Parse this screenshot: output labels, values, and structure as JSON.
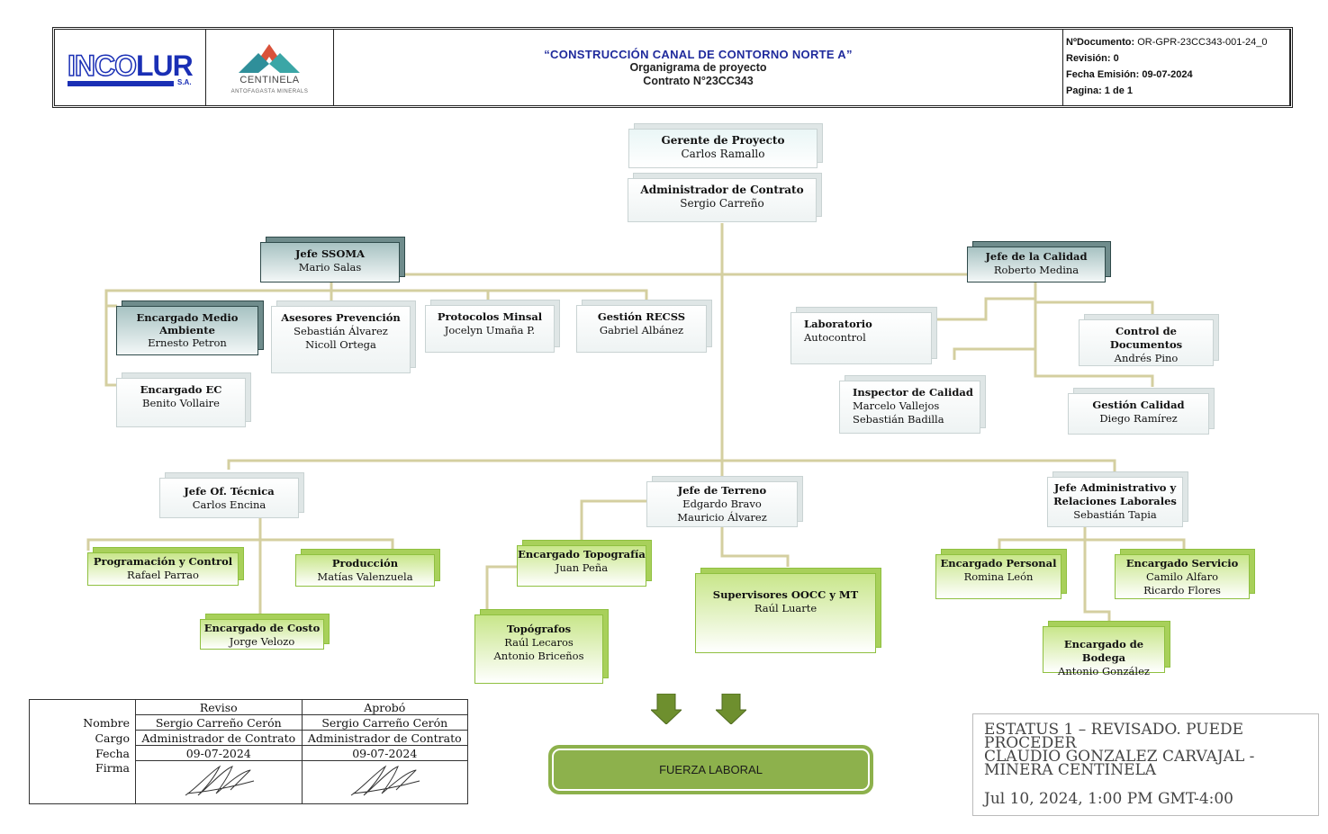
{
  "header": {
    "company_logo": {
      "part_a": "INCO",
      "part_b": "LUR",
      "suffix": "S.A."
    },
    "client_logo": {
      "name": "CENTINELA",
      "subtitle": "ANTOFAGASTA MINERALS"
    },
    "title": "“CONSTRUCCIÓN CANAL DE CONTORNO NORTE A”",
    "subtitle": "Organigrama de proyecto",
    "contract": "Contrato N°23CC343",
    "meta": {
      "doc_label": "NºDocumento:",
      "doc_value": "OR-GPR-23CC343-001-24_0",
      "rev_label": "Revisión:",
      "rev_value": "0",
      "date_label": "Fecha Emisión:",
      "date_value": "09-07-2024",
      "page_label": "Pagina:",
      "page_value": "1 de 1"
    }
  },
  "org": {
    "gerente": {
      "title": "Gerente de Proyecto",
      "names": [
        "Carlos Ramallo"
      ]
    },
    "admin": {
      "title": "Administrador de Contrato",
      "names": [
        "Sergio Carreño"
      ]
    },
    "ssoma": {
      "title": "Jefe SSOMA",
      "names": [
        "Mario Salas"
      ]
    },
    "medio_ambiente": {
      "title": "Encargado Medio Ambiente",
      "title_l1": "Encargado Medio",
      "title_l2": "Ambiente",
      "names": [
        "Ernesto Petron"
      ]
    },
    "asesores": {
      "title": "Asesores Prevención",
      "names": [
        "Sebastián Álvarez",
        "Nicoll Ortega"
      ]
    },
    "protocolos": {
      "title": "Protocolos Minsal",
      "names": [
        "Jocelyn Umaña P."
      ]
    },
    "recss": {
      "title": "Gestión RECSS",
      "names": [
        "Gabriel Albánez"
      ]
    },
    "ec": {
      "title": "Encargado EC",
      "names": [
        "Benito Vollaire"
      ]
    },
    "calidad": {
      "title": "Jefe de la Calidad",
      "names": [
        "Roberto Medina"
      ]
    },
    "laboratorio": {
      "title": "Laboratorio",
      "names": [
        "Autocontrol"
      ]
    },
    "control_docs": {
      "title": "Control de Documentos",
      "names": [
        "Andrés Pino"
      ]
    },
    "inspector": {
      "title": "Inspector de Calidad",
      "names": [
        "Marcelo Vallejos",
        "Sebastián Badilla"
      ]
    },
    "gestion_calidad": {
      "title": "Gestión Calidad",
      "names": [
        "Diego Ramírez"
      ]
    },
    "of_tecnica": {
      "title": "Jefe Of. Técnica",
      "names": [
        "Carlos Encina"
      ]
    },
    "terreno": {
      "title": "Jefe de Terreno",
      "names": [
        "Edgardo Bravo",
        "Mauricio Álvarez"
      ]
    },
    "administrativo": {
      "title_l1": "Jefe Administrativo y",
      "title_l2": "Relaciones Laborales",
      "names": [
        "Sebastián Tapia"
      ]
    },
    "programacion": {
      "title": "Programación y Control",
      "names": [
        "Rafael Parrao"
      ]
    },
    "produccion": {
      "title": "Producción",
      "names": [
        "Matías Valenzuela"
      ]
    },
    "costo": {
      "title": "Encargado de Costo",
      "names": [
        "Jorge Velozo"
      ]
    },
    "topografia": {
      "title": "Encargado Topografía",
      "names": [
        "Juan Peña"
      ]
    },
    "topografos": {
      "title": "Topógrafos",
      "names": [
        "Raúl Lecaros",
        "Antonio Briceños"
      ]
    },
    "supervisores": {
      "title": "Supervisores OOCC y MT",
      "names": [
        "Raúl Luarte"
      ]
    },
    "personal": {
      "title": "Encargado Personal",
      "names": [
        "Romina León"
      ]
    },
    "servicio": {
      "title": "Encargado Servicio",
      "names": [
        "Camilo Alfaro",
        "Ricardo Flores"
      ]
    },
    "bodega": {
      "title": "Encargado de Bodega",
      "names": [
        "Antonio González"
      ]
    }
  },
  "fuerza_laboral": "FUERZA LABORAL",
  "signatures": {
    "col1": "Reviso",
    "col2": "Aprobó",
    "rows": [
      {
        "label": "Nombre",
        "v1": "Sergio Carreño Cerón",
        "v2": "Sergio Carreño Cerón"
      },
      {
        "label": "Cargo",
        "v1": "Administrador de Contrato",
        "v2": "Administrador de Contrato"
      },
      {
        "label": "Fecha",
        "v1": "09-07-2024",
        "v2": "09-07-2024"
      }
    ],
    "firma_label": "Firma"
  },
  "stamp": {
    "line1": "ESTATUS 1 – REVISADO. PUEDE",
    "line2": "PROCEDER",
    "line3": "CLAUDIO GONZALEZ CARVAJAL -",
    "line4": "MINERA CENTINELA",
    "date": "Jul 10, 2024, 1:00 PM GMT-4:00"
  },
  "colors": {
    "line": "#d4cfa0",
    "brand_blue": "#1a2fb5",
    "title_blue": "#1f2a9c",
    "green_box": "#c8e68a",
    "green_border": "#8fc040",
    "fuerza": "#8db14c",
    "arrow": "#6e8f2e"
  }
}
